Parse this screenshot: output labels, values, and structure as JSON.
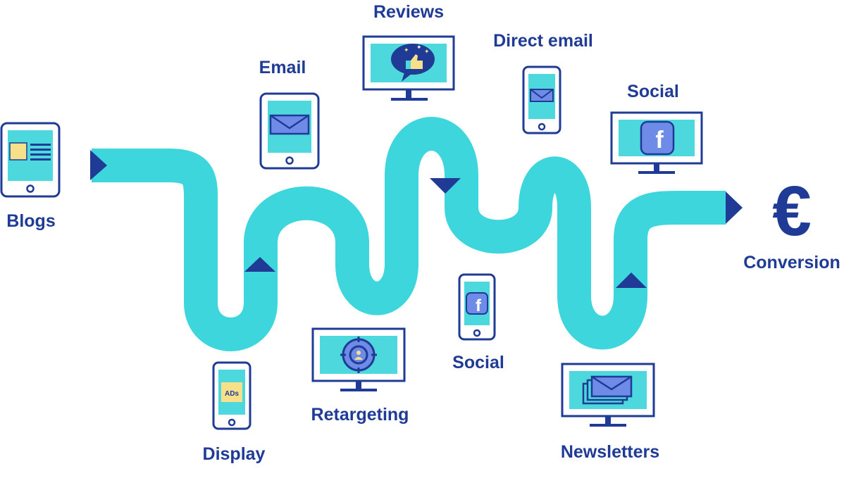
{
  "colors": {
    "path": "#3dd6dc",
    "navy": "#1f3b96",
    "screen": "#4cd8dc",
    "device_outline": "#1f3b96",
    "note_yellow": "#f7e08a",
    "facebook_blue": "#6f8be8",
    "background": "#ffffff"
  },
  "touchpoints": [
    {
      "id": "blogs",
      "label": "Blogs",
      "device": "tablet",
      "icon": "article-icon"
    },
    {
      "id": "email",
      "label": "Email",
      "device": "tablet",
      "icon": "envelope-icon"
    },
    {
      "id": "reviews",
      "label": "Reviews",
      "device": "monitor",
      "icon": "thumbs-up-icon"
    },
    {
      "id": "direct_email",
      "label": "Direct email",
      "device": "phone",
      "icon": "envelope-icon"
    },
    {
      "id": "social_top",
      "label": "Social",
      "device": "monitor",
      "icon": "facebook-icon"
    },
    {
      "id": "display",
      "label": "Display",
      "device": "phone",
      "icon": "ads-note-icon",
      "icon_text": "ADs"
    },
    {
      "id": "retargeting",
      "label": "Retargeting",
      "device": "monitor",
      "icon": "target-icon"
    },
    {
      "id": "social_bottom",
      "label": "Social",
      "device": "phone",
      "icon": "facebook-icon"
    },
    {
      "id": "newsletters",
      "label": "Newsletters",
      "device": "monitor",
      "icon": "stacked-envelopes-icon"
    }
  ],
  "goal": {
    "label": "Conversion",
    "symbol": "€",
    "icon": "euro-icon"
  }
}
